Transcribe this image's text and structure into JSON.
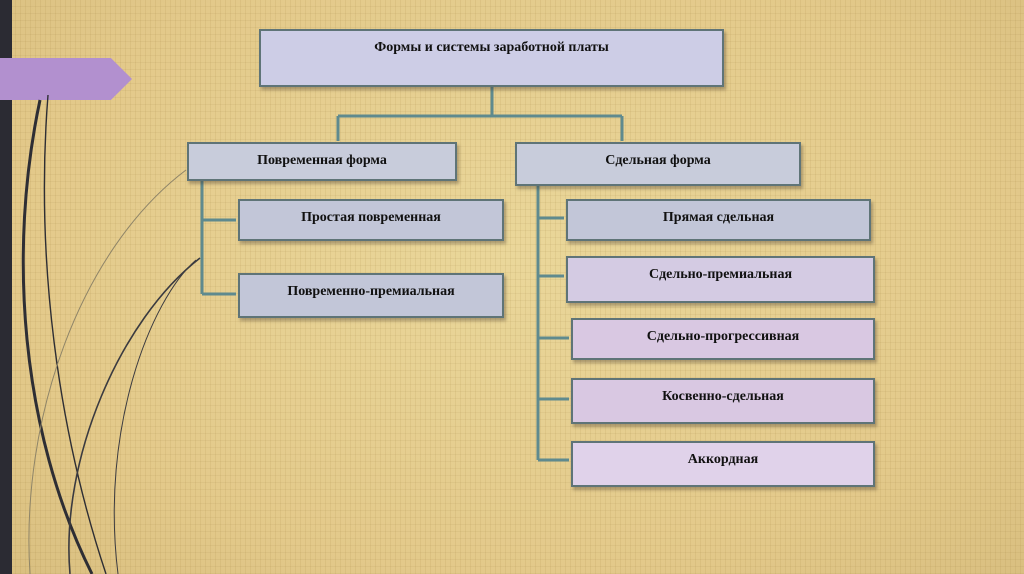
{
  "diagram": {
    "root": {
      "label": "Формы и системы заработной платы"
    },
    "branches": [
      {
        "label": "Повременная форма",
        "children": [
          "Простая повременная",
          "Повременно-премиальная"
        ]
      },
      {
        "label": "Сдельная форма",
        "children": [
          "Прямая сдельная",
          "Сдельно-премиальная",
          "Сдельно-прогрессивная",
          "Косвенно-сдельная",
          "Аккордная"
        ]
      }
    ]
  },
  "colors": {
    "background": "#e6d08f",
    "accent_tab": "#b290cf",
    "connector": "#5f8a8e",
    "box_border": "#5f7477"
  }
}
